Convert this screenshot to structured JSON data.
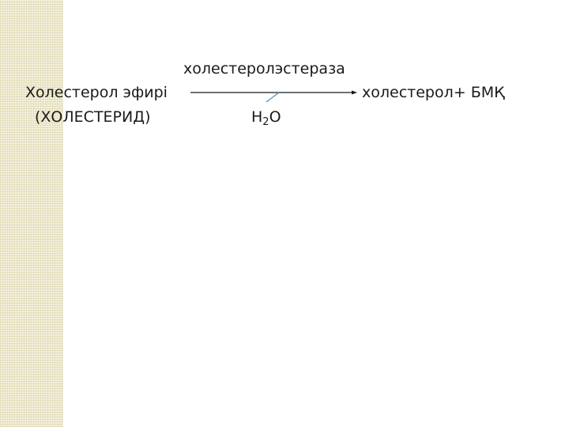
{
  "reaction": {
    "enzyme": "холестеролэстераза",
    "substrate": "Холестерол эфирі",
    "substrate_alt": "(ХОЛЕСТЕРИД)",
    "products": "холестерол+ БМҚ",
    "water_main": "H",
    "water_sub": "2",
    "water_tail": "O"
  },
  "colors": {
    "arrow": "#1a1a1a",
    "water_branch": "#4a90b8",
    "side_band": "#f4f1dc"
  }
}
